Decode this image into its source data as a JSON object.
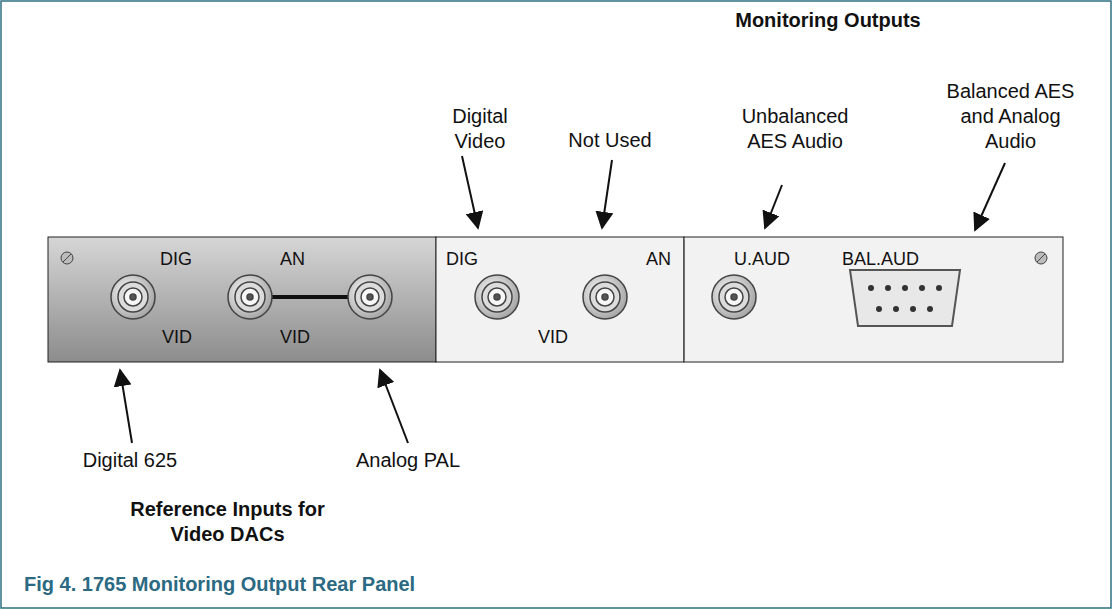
{
  "diagram": {
    "caption": "Fig 4. 1765 Monitoring Output Rear Panel",
    "nodes": [
      {
        "text": [
          "DIG",
          "AN",
          "VID",
          "VID"
        ]
      },
      {
        "text": [
          "DIG",
          "AN",
          "VID"
        ]
      },
      {
        "text": [
          "U.AUD",
          "BAL.AUD"
        ]
      }
    ],
    "labels": [
      "Monitoring Outputs",
      "Digital Video",
      "Not Used",
      "Unbalanced AES Audio",
      "Balanced AES and Analog Audio",
      "Digital 625",
      "Analog PAL",
      "Reference Inputs for Video DACs"
    ]
  }
}
